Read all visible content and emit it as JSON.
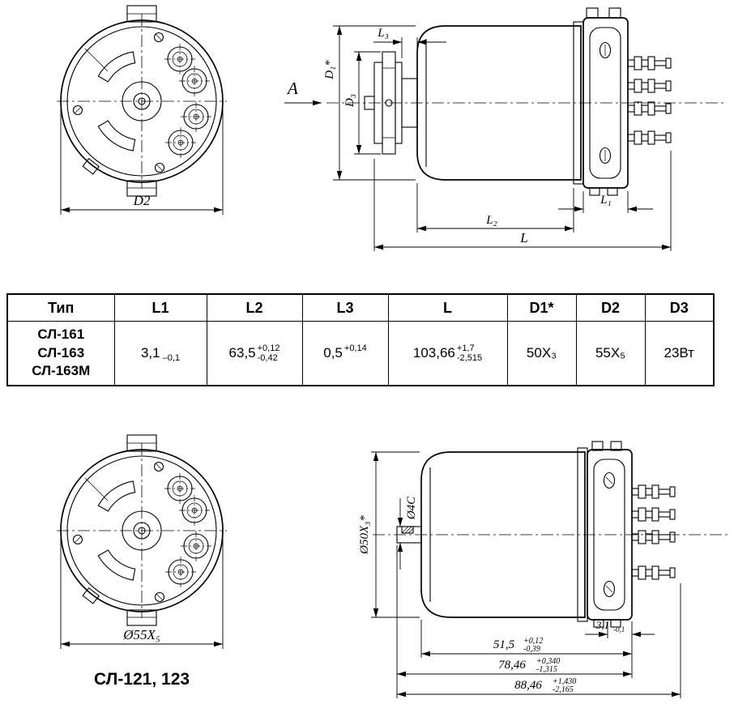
{
  "table": {
    "headers": [
      "Тип",
      "L1",
      "L2",
      "L3",
      "L",
      "D1*",
      "D2",
      "D3"
    ],
    "types": [
      "СЛ-161",
      "СЛ-163",
      "СЛ-163М"
    ],
    "values": {
      "l1": {
        "v": "3,1",
        "lo": "–0,1"
      },
      "l2": {
        "v": "63,5",
        "up": "+0,12",
        "lo": "-0,42"
      },
      "l3": {
        "v": "0,5",
        "up": "+0,14"
      },
      "l": {
        "v": "103,66",
        "up": "+1,7",
        "lo": "-2,515"
      },
      "d1": "50Х₃",
      "d2": "55Х₅",
      "d3": "23Вт"
    }
  },
  "front_top": {
    "dim_d2": "D2"
  },
  "side_top": {
    "view_label": "А",
    "dim_l3": "L₃",
    "dim_d1": "D₁*",
    "dim_d3": "D₃",
    "dim_l1": "L₁",
    "dim_l2": "L₂",
    "dim_l": "L"
  },
  "front_bottom": {
    "dim_diameter": "Ø55Х₅",
    "caption": "СЛ-121, 123"
  },
  "side_bottom": {
    "dim_housing": "Ø50Х₃*",
    "dim_shaft": "Ø4С",
    "d31": {
      "v": "3,1",
      "lo": "-0,1"
    },
    "d515": {
      "v": "51,5",
      "up": "+0,12",
      "lo": "-0,39"
    },
    "d7846": {
      "v": "78,46",
      "up": "+0,340",
      "lo": "-1,315"
    },
    "d8846": {
      "v": "88,46",
      "up": "+1,430",
      "lo": "-2,165"
    }
  }
}
